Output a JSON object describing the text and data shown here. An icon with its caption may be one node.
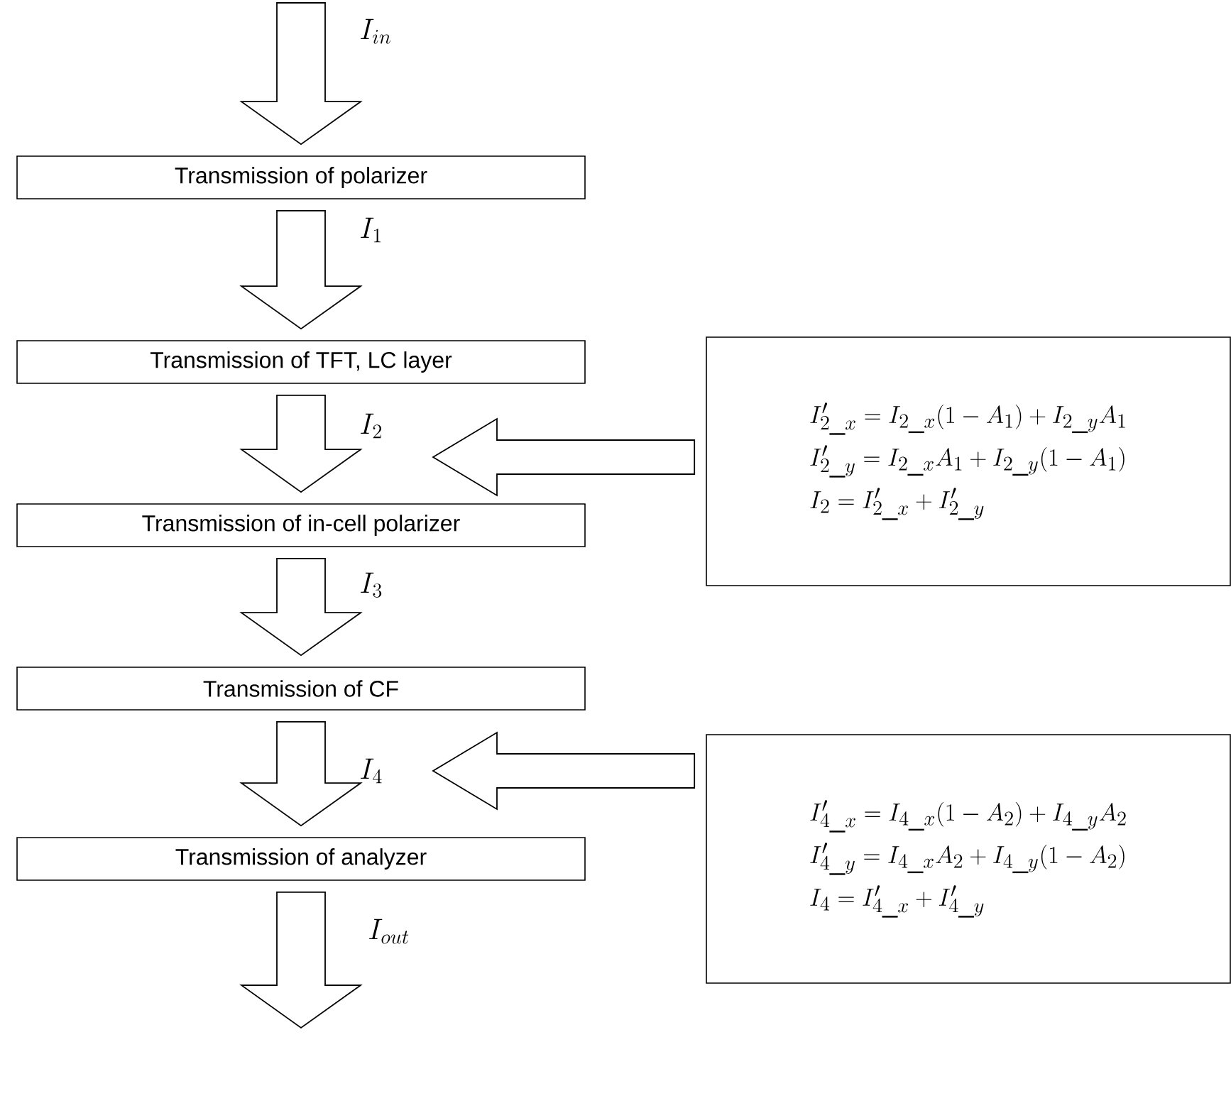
{
  "diagram": {
    "nodes": [
      {
        "text": [
          "Transmission of polarizer"
        ]
      },
      {
        "text": [
          "Transmission of TFT, LC layer"
        ]
      },
      {
        "text": [
          "Transmission of in-cell polarizer"
        ]
      },
      {
        "text": [
          "Transmission of CF"
        ]
      },
      {
        "text": [
          "Transmission of analyzer"
        ]
      },
      {
        "text": [
          "I'_{2\\_x} = I_{2\\_x}(1-A_1)+I_{2\\_y}A_1",
          "I'_{2\\_y} = I_{2\\_x}A_1+I_{2\\_y}(1-A_1)",
          "I_2 = I'_{2\\_x}+I'_{2\\_y}"
        ]
      },
      {
        "text": [
          "I'_{4\\_x} = I_{4\\_x}(1-A_2)+I_{4\\_y}A_2",
          "I'_{4\\_y} = I_{4\\_x}A_2+I_{4\\_y}(1-A_2)",
          "I_4 = I'_{4\\_x}+I'_{4\\_y}"
        ]
      }
    ],
    "edges": [
      {
        "from": null,
        "to": 0,
        "arrow": "to",
        "label": "I_{in}"
      },
      {
        "from": 0,
        "to": 1,
        "arrow": "to",
        "label": "I_1"
      },
      {
        "from": 1,
        "to": 2,
        "arrow": "to",
        "label": "I_2"
      },
      {
        "from": 2,
        "to": 3,
        "arrow": "to",
        "label": "I_3"
      },
      {
        "from": 3,
        "to": 4,
        "arrow": "to",
        "label": "I_4"
      },
      {
        "from": 4,
        "to": null,
        "arrow": "to",
        "label": "I_{out}"
      },
      {
        "from": 5,
        "to": null,
        "arrow": "to"
      },
      {
        "from": 6,
        "to": null,
        "arrow": "to"
      }
    ]
  }
}
